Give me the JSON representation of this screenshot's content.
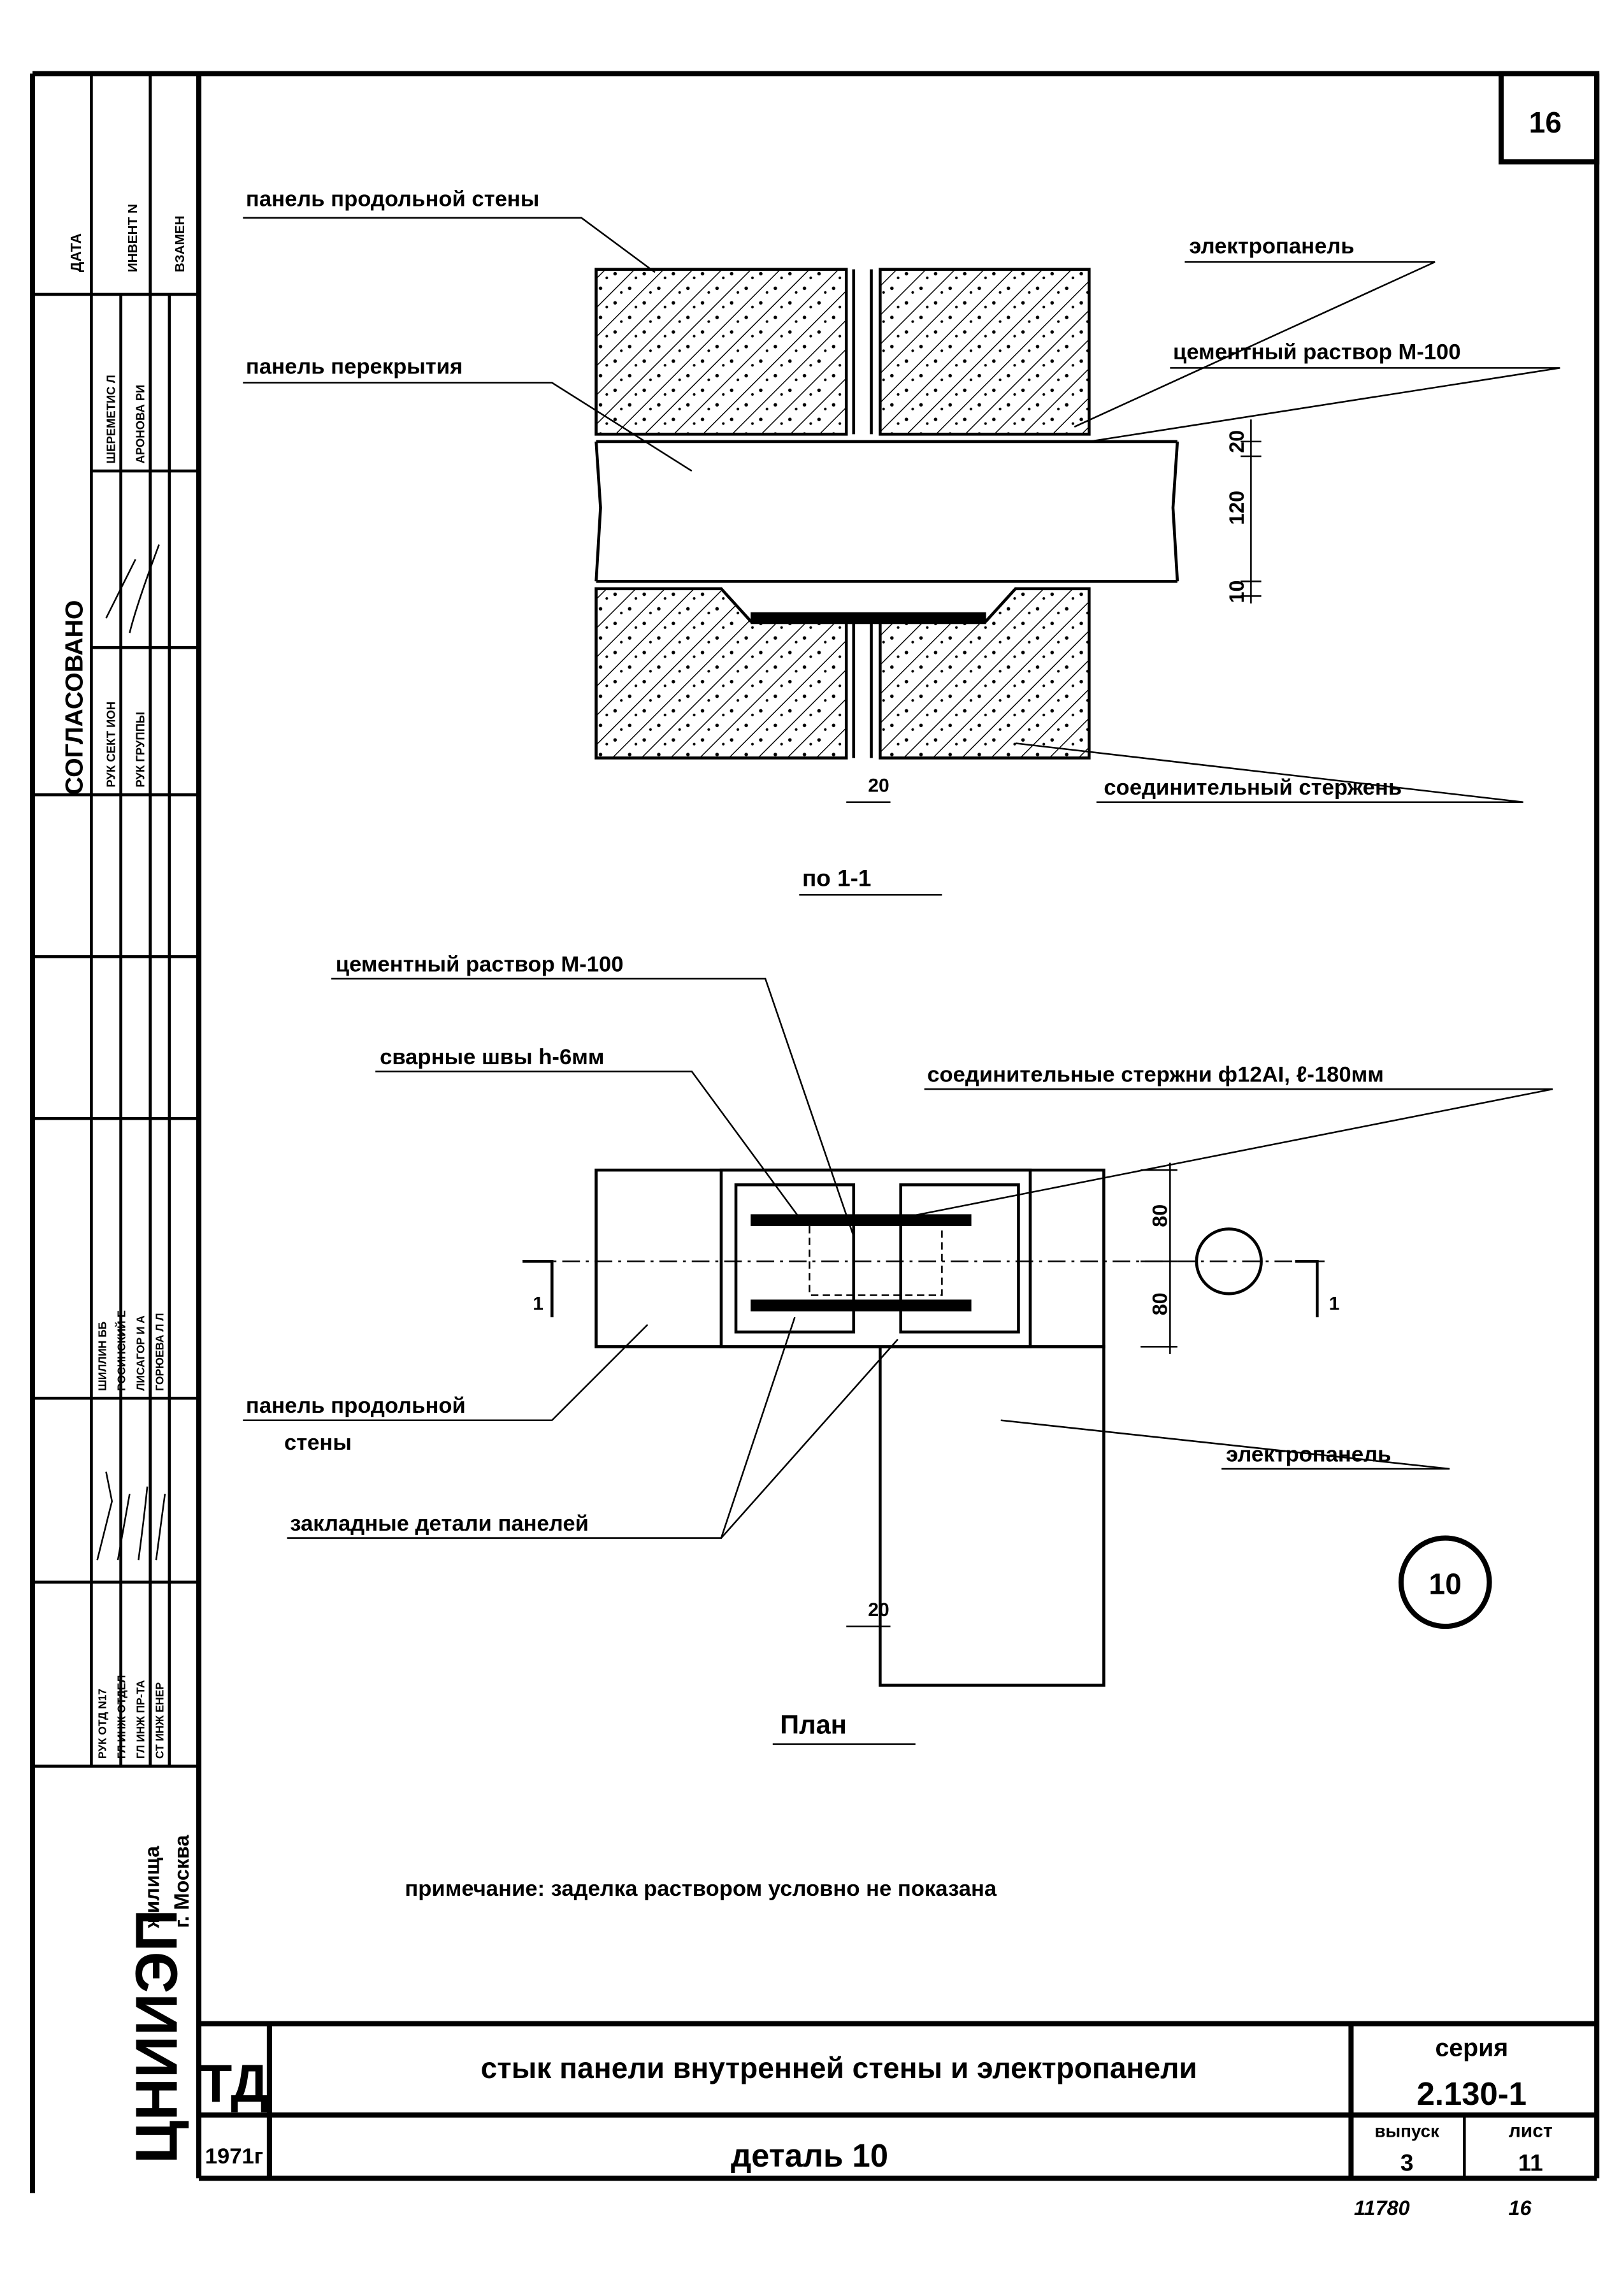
{
  "sheet_corner_number": "16",
  "stamp": {
    "agreed_header": "СОГЛАСОВАНО",
    "date_label": "ДАТА",
    "inv_label": "ИНВЕНТ N",
    "replace_label": "ВЗАМЕН",
    "roles_top": [
      "РУК СЕКТ ИОН",
      "РУК ГРУППЫ"
    ],
    "names_top": [
      "ШЕРЕМЕТИС Л",
      "АРОНОВА РИ"
    ],
    "roles_bottom": [
      "РУК ОТД N17",
      "ГЛ ИНЖ ОТДЕЛ",
      "ГЛ ИНЖ ПР-ТА",
      "СТ ИНЖ ЕНЕР"
    ],
    "names_bottom": [
      "ШИЛЛИН ББ",
      "РОСИНСКИЙ Е",
      "ЛИСАГОР И А",
      "ГОРЮЕВА Л Л"
    ],
    "org_name": "ЦНИИЭП",
    "org_sub": "жилища",
    "org_city": "г. Москва"
  },
  "section": {
    "labels": {
      "long_wall_panel": "панель продольной стены",
      "electropanel": "электропанель",
      "cement_mortar": "цементный раствор М-100",
      "floor_panel": "панель перекрытия",
      "connecting_rod": "соединительный стержень"
    },
    "dims": [
      "20",
      "120",
      "10",
      "20"
    ],
    "caption": "по 1-1"
  },
  "plan": {
    "labels": {
      "cement_mortar": "цементный раствор М-100",
      "welds": "сварные швы h-6мм",
      "connecting_rods": "соединительные стержни ф12АI, ℓ-180мм",
      "long_wall_panel_1": "панель продольной",
      "long_wall_panel_2": "стены",
      "electropanel": "электропанель",
      "embedded_parts": "закладные детали панелей"
    },
    "dims": [
      "80",
      "80",
      "20"
    ],
    "cut_marks": [
      "1",
      "1"
    ],
    "detail_number": "10",
    "caption": "План"
  },
  "note": "примечание: заделка раствором условно не показана",
  "title_block": {
    "code": "ТД",
    "title": "стык панели внутренней стены и электропанели",
    "year": "1971г",
    "subtitle": "деталь 10",
    "series_label": "серия",
    "series_value": "2.130-1",
    "issue_label": "выпуск",
    "issue_value": "3",
    "sheet_label": "лист",
    "sheet_value": "11"
  },
  "footer_numbers": [
    "11780",
    "16"
  ]
}
